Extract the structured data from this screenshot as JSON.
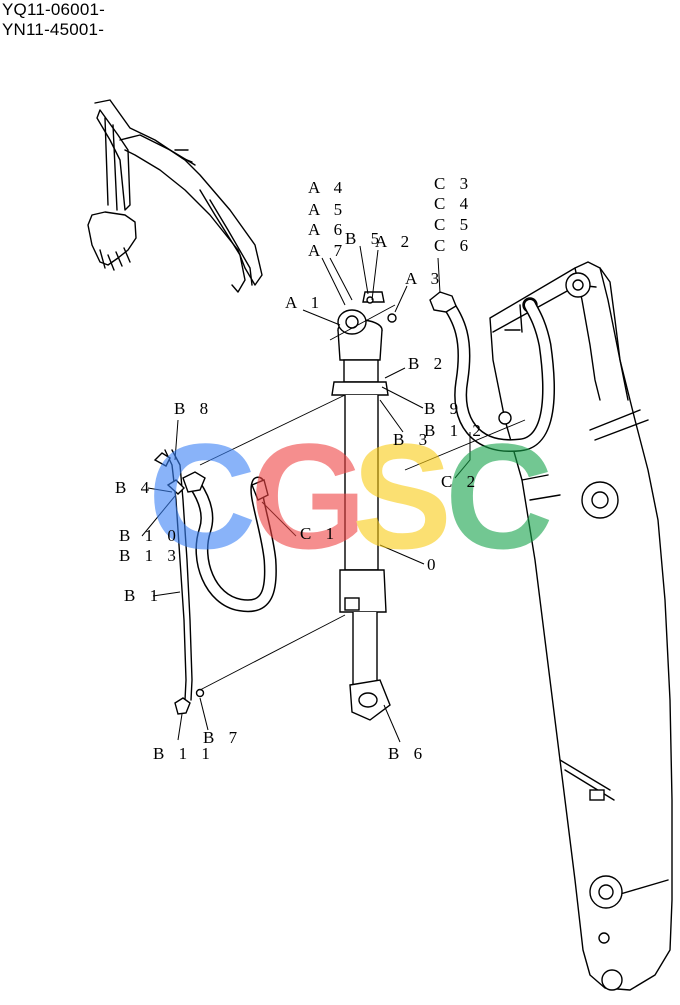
{
  "serials": [
    "YQ11-06001-",
    "YN11-45001-"
  ],
  "labels": {
    "A1": "A 1",
    "A2": "A 2",
    "A3": "A 3",
    "A4": "A 4",
    "A5": "A 5",
    "A6": "A 6",
    "A7": "A 7",
    "B1": "B 1",
    "B2": "B 2",
    "B3": "B 3",
    "B4": "B 4",
    "B5": "B 5",
    "B6": "B 6",
    "B7": "B 7",
    "B8": "B 8",
    "B9": "B 9",
    "B10": "B 1 0",
    "B11": "B 1 1",
    "B12": "B 1 2",
    "B13": "B 1 3",
    "C1": "C 1",
    "C2": "C 2",
    "C3": "C 3",
    "C4": "C 4",
    "C5": "C 5",
    "C6": "C 6",
    "P0": "0"
  },
  "watermark": {
    "letters": [
      "C",
      "G",
      "S",
      "C"
    ],
    "colors": [
      "#3b82f6",
      "#ef4444",
      "#facc15",
      "#16a34a"
    ]
  }
}
